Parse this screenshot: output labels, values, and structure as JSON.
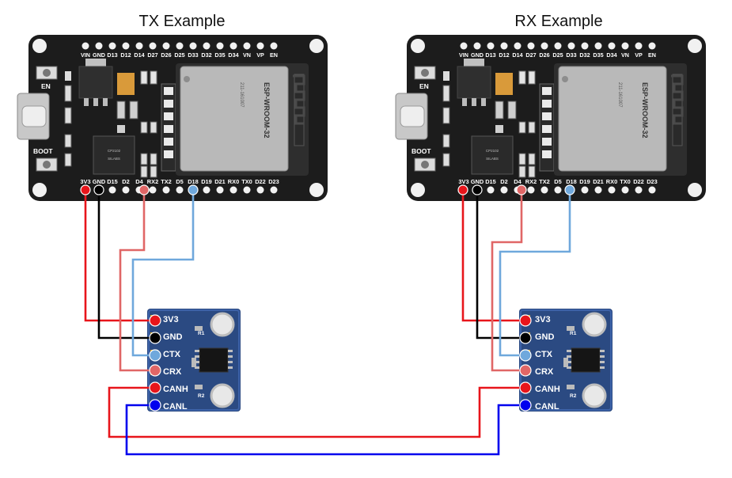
{
  "titles": {
    "tx": "TX Example",
    "rx": "RX Example"
  },
  "esp32": {
    "top_pins": [
      "VIN",
      "GND",
      "D13",
      "D12",
      "D14",
      "D27",
      "D26",
      "D25",
      "D33",
      "D32",
      "D35",
      "D34",
      "VN",
      "VP",
      "EN"
    ],
    "bottom_pins": [
      "3V3",
      "GND",
      "D15",
      "D2",
      "D4",
      "RX2",
      "TX2",
      "D5",
      "D18",
      "D19",
      "D21",
      "RX0",
      "TX0",
      "D22",
      "D23"
    ],
    "buttons": {
      "en": "EN",
      "boot": "BOOT"
    },
    "module_name": "ESP-WROOM-32",
    "module_id": "211-161007",
    "usb_chip": "CP2102",
    "usb_chip_brand": "SILABS"
  },
  "can_module": {
    "pins": [
      "3V3",
      "GND",
      "CTX",
      "CRX",
      "CANH",
      "CANL"
    ],
    "resistors": [
      "R1",
      "R2"
    ]
  },
  "wire_colors": {
    "power": "#e8151b",
    "ground": "#000000",
    "tx": "#6fa8dc",
    "rx": "#e06666",
    "canh": "#e8151b",
    "canl": "#0000ee"
  }
}
